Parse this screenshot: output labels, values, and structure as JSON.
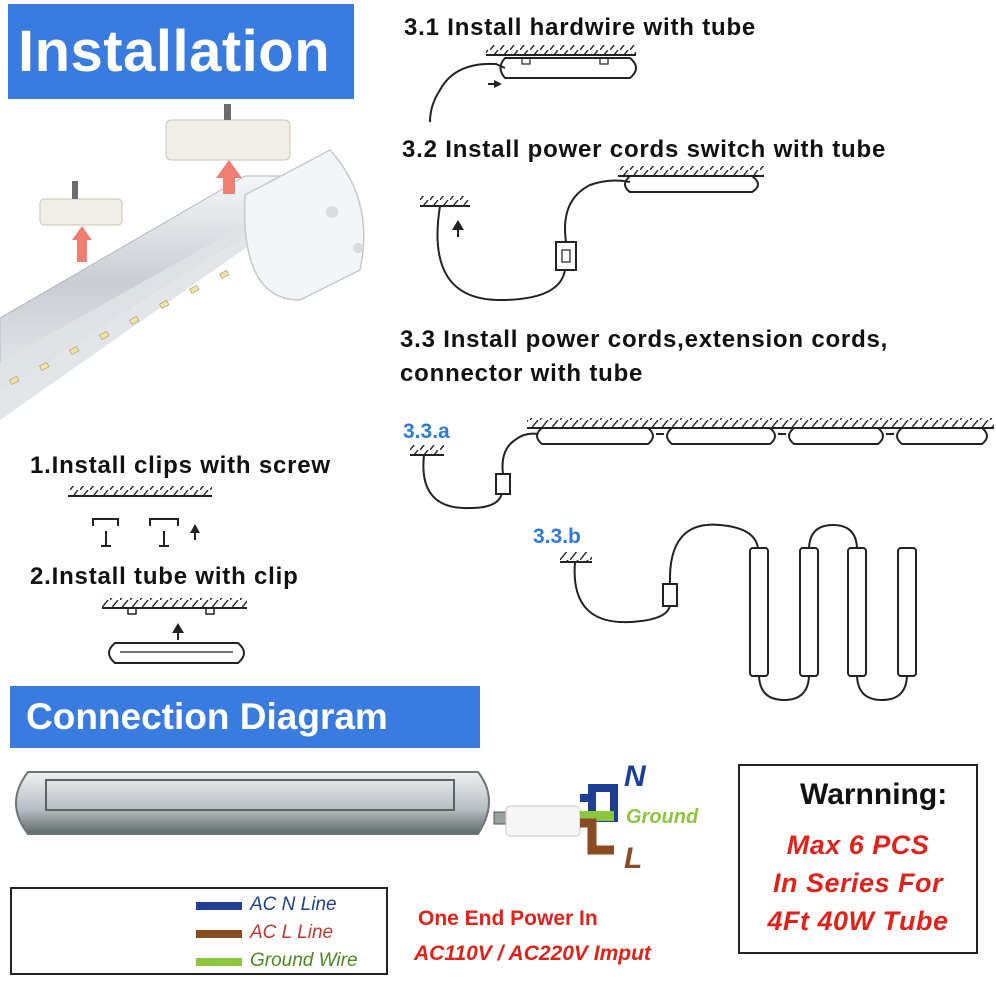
{
  "banners": {
    "installation": "Installation",
    "connection": "Connection Diagram"
  },
  "steps": {
    "s1": "1.Install clips with screw",
    "s2": "2.Install tube with clip",
    "s31": "3.1 Install hardwire with tube",
    "s32": "3.2 Install power cords switch with tube",
    "s33_line1": "3.3 Install power cords,extension cords,",
    "s33_line2": "connector with tube",
    "s33a": "3.3.a",
    "s33b": "3.3.b"
  },
  "wires": {
    "n": "N",
    "ground": "Ground",
    "l": "L"
  },
  "legend": {
    "n_line": "AC N Line",
    "l_line": "AC L Line",
    "ground_wire": "Ground Wire"
  },
  "power": {
    "line1": "One End Power In",
    "line2": "AC110V / AC220V Imput"
  },
  "warning": {
    "title": "Warnning:",
    "line1": "Max 6 PCS",
    "line2": "In Series For",
    "line3": "4Ft 40W Tube"
  },
  "colors": {
    "banner": "#3a7be0",
    "n_line": "#1f3f95",
    "l_line": "#8a4a22",
    "ground": "#8cc63f",
    "warning_text": "#e0221b",
    "step_blue": "#2f7ad6"
  }
}
